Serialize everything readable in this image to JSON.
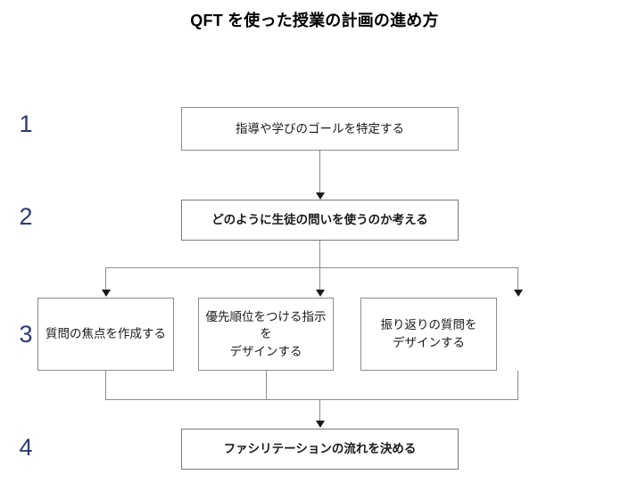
{
  "title": "QFT を使った授業の計画の進め方",
  "colors": {
    "step_number": "#2e3a70",
    "box_border": "#8d8d8d",
    "connector": "#8d8d8d",
    "arrowhead": "#1a1a1a",
    "background": "#ffffff",
    "text": "#1a1a1a"
  },
  "steps": [
    {
      "number": "1",
      "label": "指導や学びのゴールを特定する",
      "bold": false
    },
    {
      "number": "2",
      "label": "どのように生徒の問いを使うのか考える",
      "bold": true
    },
    {
      "number": "3",
      "label": "",
      "bold": false
    },
    {
      "number": "4",
      "label": "ファシリテーションの流れを決める",
      "bold": true
    }
  ],
  "boxes": {
    "step1": "指導や学びのゴールを特定する",
    "step2": "どのように生徒の問いを使うのか考える",
    "step3a_line1": "質問の焦点を作成する",
    "step3b_line1": "優先順位をつける指示を",
    "step3b_line2": "デザインする",
    "step3c_line1": "振り返りの質問を",
    "step3c_line2": "デザインする",
    "step4": "ファシリテーションの流れを決める"
  }
}
